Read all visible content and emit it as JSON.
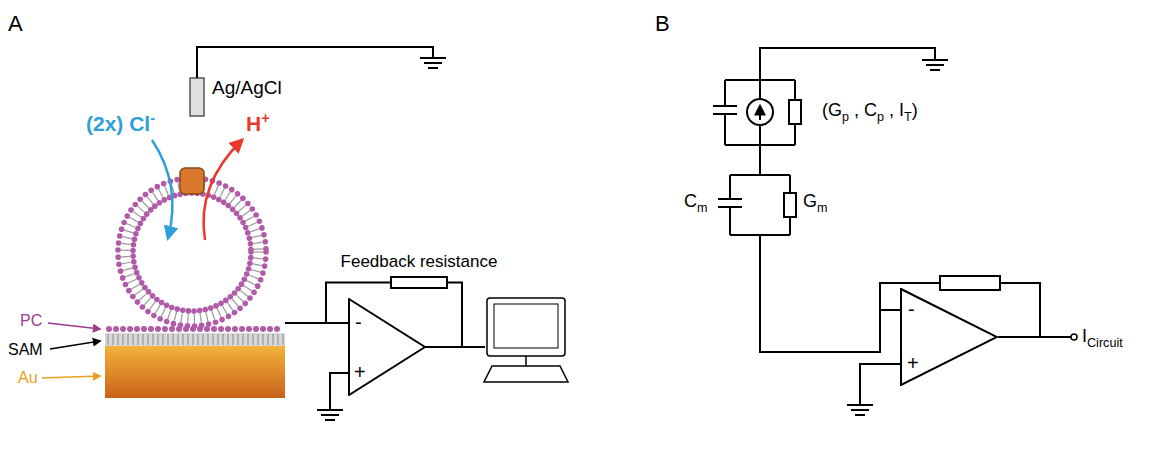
{
  "diagram": {
    "nodes": [
      {
        "text": [
          "Feedback resistance"
        ]
      },
      {
        "text": [
          "-",
          "+"
        ]
      },
      {
        "text": [
          "-",
          "+"
        ]
      }
    ],
    "edges": [
      {
        "from": 0,
        "to": 1,
        "arrow": "none"
      },
      {
        "from": 0,
        "to": 1,
        "arrow": "none"
      }
    ],
    "labels": [
      "A",
      "B",
      "Ag/AgCl",
      "(2x) Cl",
      "-",
      "H",
      "+",
      "PC",
      "SAM",
      "Au",
      "(G",
      "p",
      " , C",
      "p",
      " , I",
      "T",
      ")",
      "C",
      "m",
      "G",
      "m",
      "I",
      "Circuit"
    ]
  }
}
